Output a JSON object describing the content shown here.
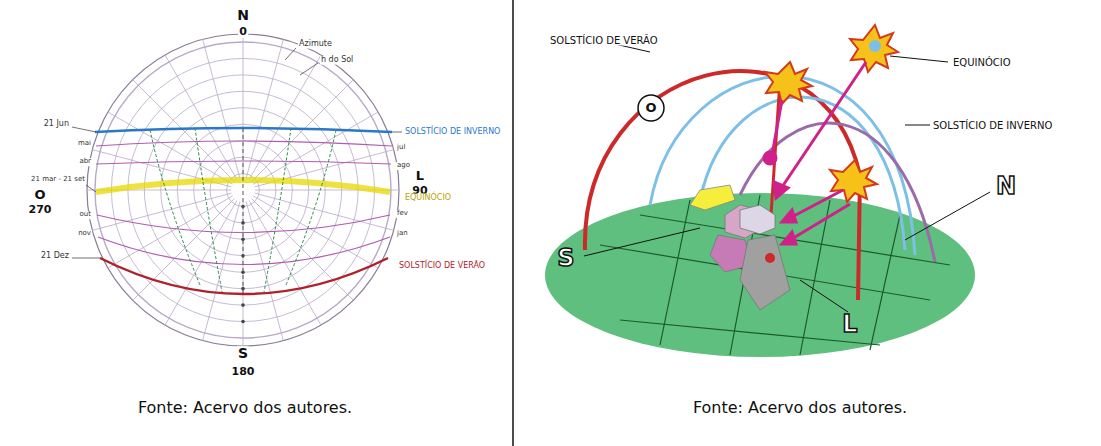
{
  "diagram": {
    "labels": [
      "N",
      "0",
      "Azimute",
      "h do Sol",
      "21 Jun",
      "SOLSTÍCIO DE INVERNO",
      "mai",
      "abr",
      "jul",
      "ago",
      "21 mar - 21 set",
      "O",
      "270",
      "L",
      "90",
      "EQUINÓCIO",
      "out",
      "nov",
      "fev",
      "jan",
      "21 Dez",
      "SOLSTÍCIO DE VERÃO",
      "S",
      "180",
      "Fonte: Acervo dos autores.",
      "SOLSTÍCIO DE VERÃO",
      "EQUINÓCIO",
      "SOLSTÍCIO DE INVERNO",
      "O",
      "N",
      "S",
      "L",
      "Fonte: Acervo dos autores."
    ]
  }
}
